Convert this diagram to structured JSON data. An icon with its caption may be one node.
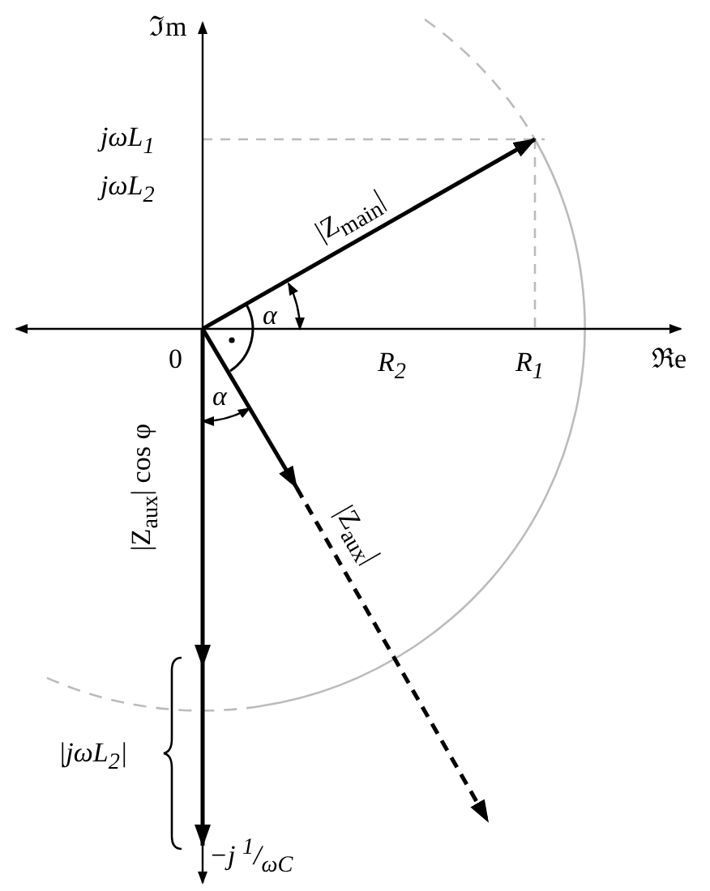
{
  "diagram": {
    "labels": [
      "ℑm",
      "jωL$_{1}$",
      "jωL$_{2}$",
      "|Z$_{main}$|",
      "α",
      "0",
      "R$_{2}$",
      "R$_{1}$",
      "ℜe",
      "α",
      "|Z$_{aux}$| cos φ",
      "|Z$_{aux}$|",
      "|jωL$_{2}$|",
      "−j $^{1}$/$_{ωC}$"
    ]
  }
}
